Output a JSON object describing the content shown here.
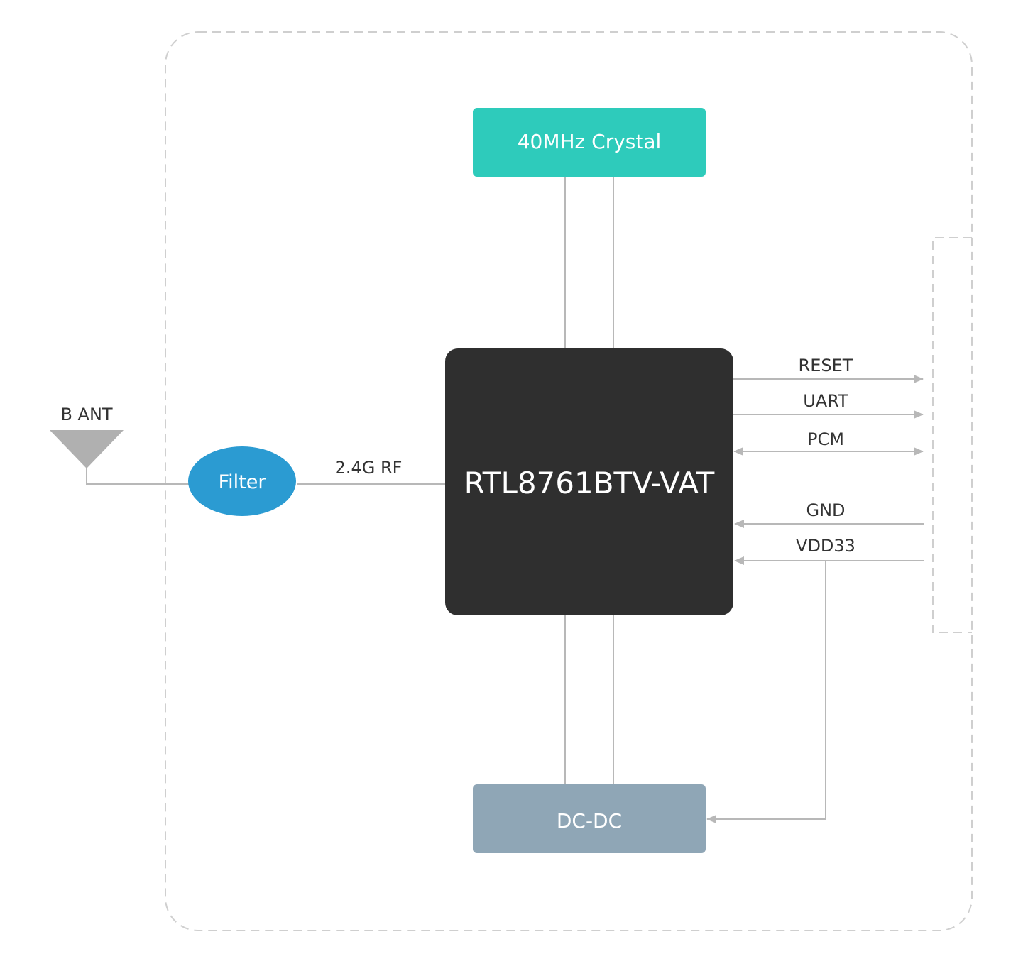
{
  "blocks": {
    "crystal": {
      "label": "40MHz Crystal",
      "color": "#2ecbbb"
    },
    "chip": {
      "label": "RTL8761BTV-VAT",
      "color": "#2f2f2f"
    },
    "dcdc": {
      "label": "DC-DC",
      "color": "#8fa6b6"
    },
    "filter": {
      "label": "Filter",
      "color": "#2b9bd2"
    }
  },
  "antenna": {
    "label": "B ANT",
    "color": "#b0b0b0"
  },
  "rf_link": {
    "label": "2.4G RF"
  },
  "signals": [
    {
      "name": "RESET",
      "direction": "out"
    },
    {
      "name": "UART",
      "direction": "out"
    },
    {
      "name": "PCM",
      "direction": "bidirectional"
    },
    {
      "name": "GND",
      "direction": "in"
    },
    {
      "name": "VDD33",
      "direction": "in"
    }
  ],
  "line_color": "#b8b8b8",
  "border_color": "#cfcfcf"
}
